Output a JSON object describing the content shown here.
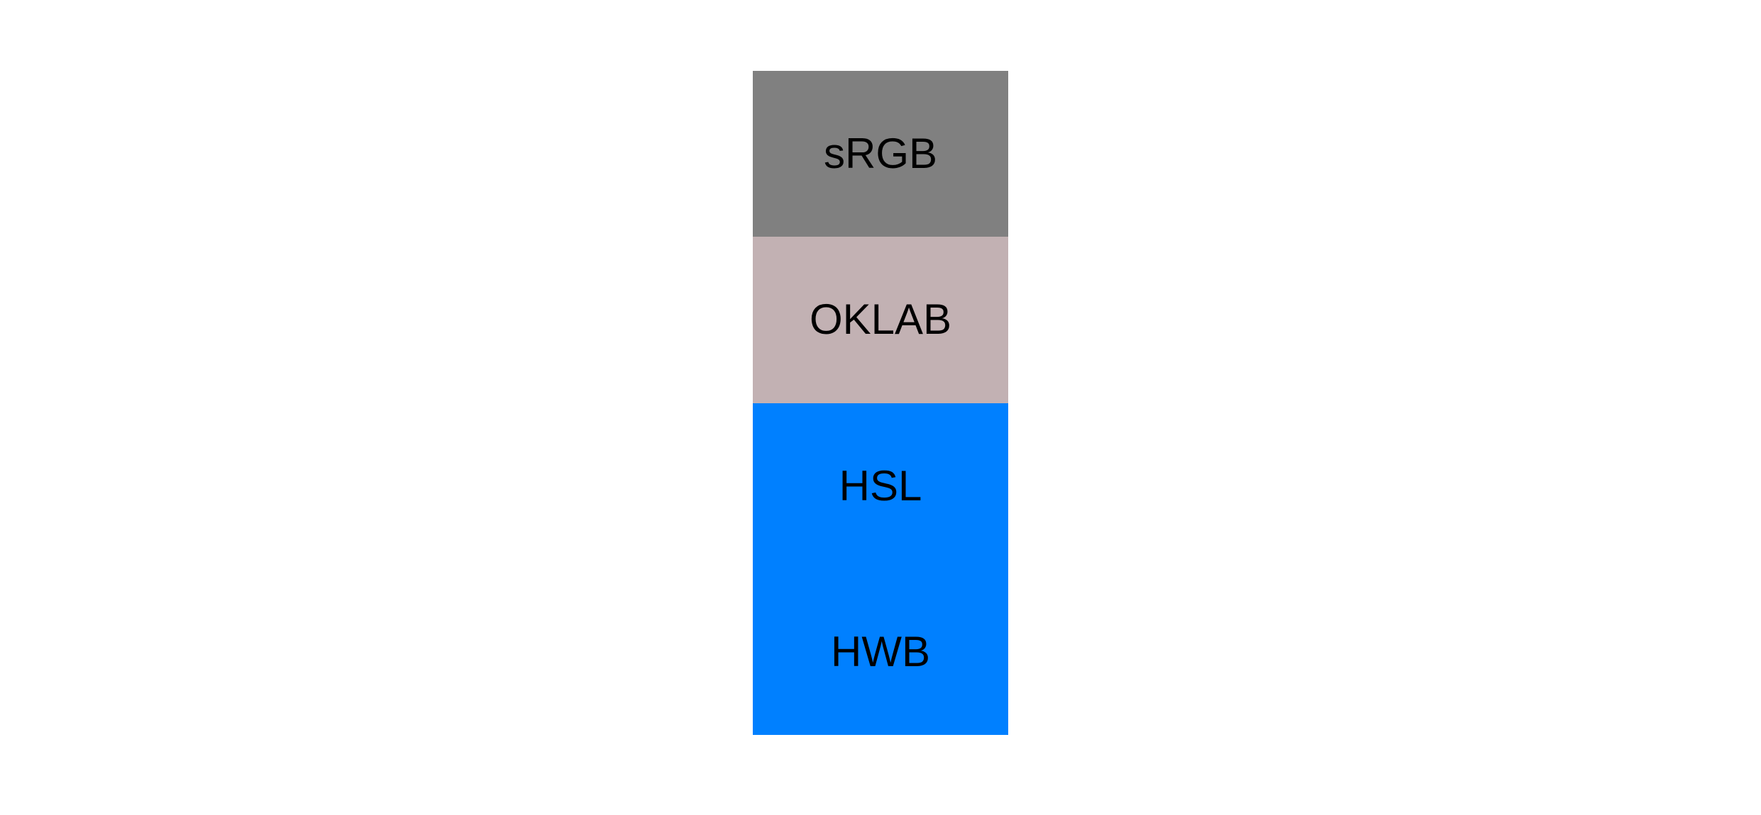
{
  "page": {
    "background_color": "#ffffff",
    "text_color": "#000000"
  },
  "swatches": [
    {
      "label": "sRGB",
      "color": "#808080"
    },
    {
      "label": "OKLAB",
      "color": "#c2b1b3"
    },
    {
      "label": "HSL",
      "color": "#0080ff"
    },
    {
      "label": "HWB",
      "color": "#0080ff"
    }
  ]
}
